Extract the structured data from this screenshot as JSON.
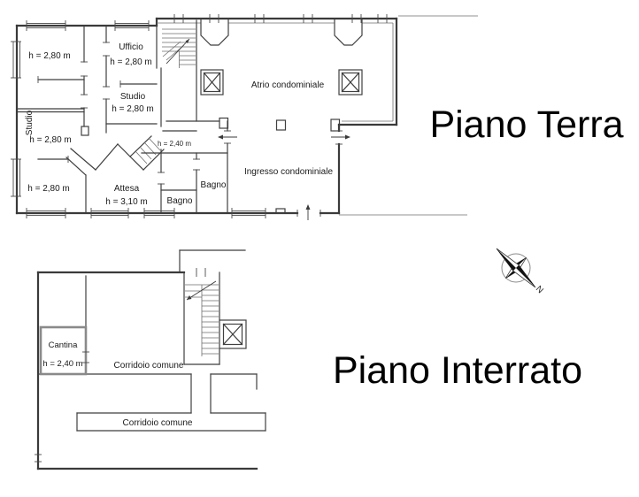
{
  "floors": [
    {
      "title": "Piano Terra",
      "rooms": [
        {
          "name": "studio-top-left",
          "height": "h = 2,80 m"
        },
        {
          "name": "ufficio",
          "label": "Ufficio",
          "height": "h = 2,80 m"
        },
        {
          "name": "studio-small",
          "label": "Studio",
          "height": "h = 2,80 m"
        },
        {
          "name": "studio-left",
          "label": "Studio",
          "height": "h = 2,80 m"
        },
        {
          "name": "room-bottom-left",
          "height": "h = 2,80 m"
        },
        {
          "name": "attesa",
          "label": "Attesa",
          "height": "h = 3,10 m"
        },
        {
          "name": "corridoio",
          "height": "h = 2,40 m"
        },
        {
          "name": "bagno-left",
          "label": "Bagno"
        },
        {
          "name": "bagno-right",
          "label": "Bagno"
        },
        {
          "name": "atrio",
          "label": "Atrio condominiale"
        },
        {
          "name": "ingresso",
          "label": "Ingresso condominiale"
        }
      ]
    },
    {
      "title": "Piano Interrato",
      "rooms": [
        {
          "name": "cantina",
          "label": "Cantina",
          "height": "h = 2,40 m"
        },
        {
          "name": "corridoio-comune-1",
          "label": "Corridoio comune"
        },
        {
          "name": "corridoio-comune-2",
          "label": "Corridoio comune"
        }
      ]
    }
  ],
  "compass": {
    "north_label": "N"
  },
  "colors": {
    "wall": "#3a3a3a",
    "thin_line": "#6e6e6e",
    "cantina_wall": "#8a8a8a",
    "text": "#1a1a1a",
    "title": "#000000"
  }
}
